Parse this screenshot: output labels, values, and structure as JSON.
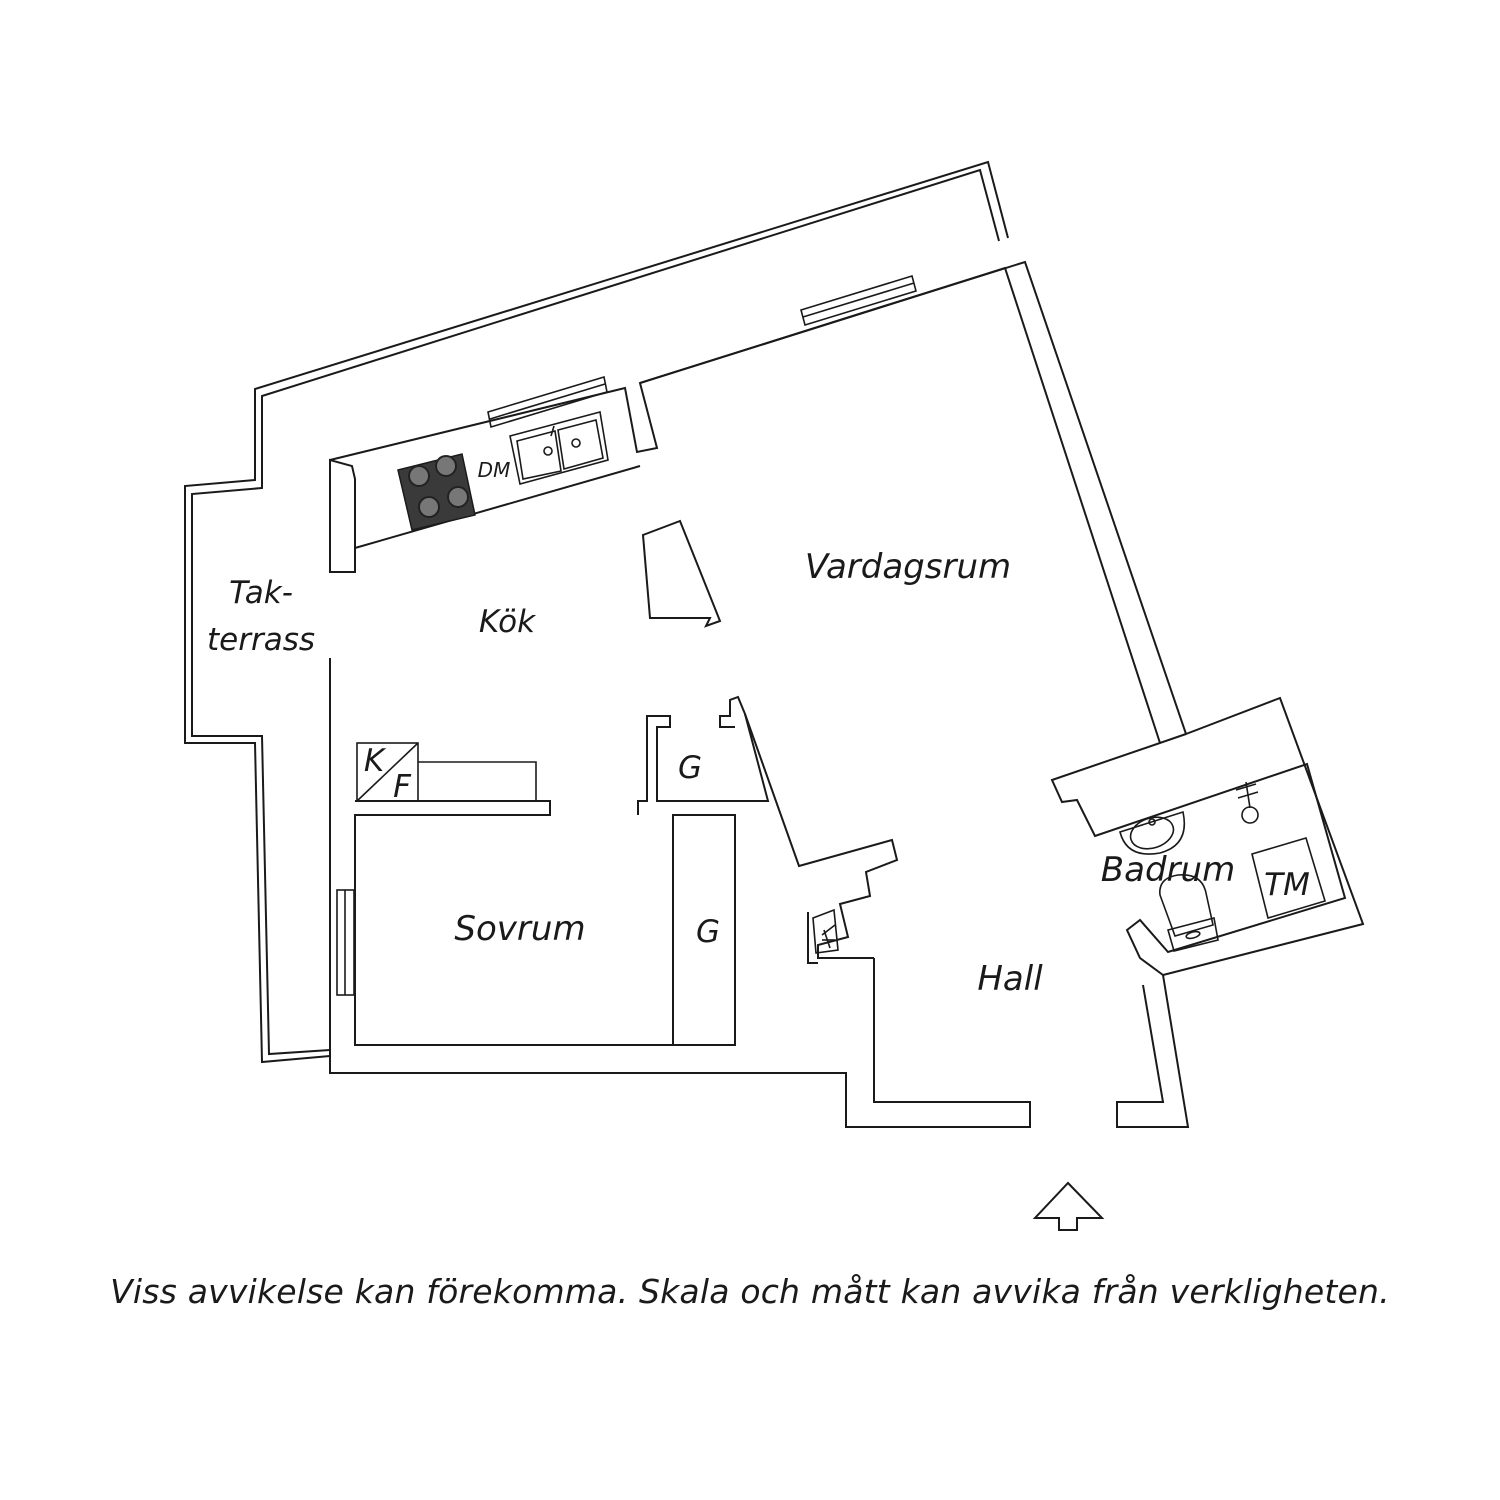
{
  "rooms": {
    "takterrass_line1": "Tak-",
    "takterrass_line2": "terrass",
    "kok": "Kök",
    "vardagsrum": "Vardagsrum",
    "sovrum": "Sovrum",
    "hall": "Hall",
    "badrum": "Badrum"
  },
  "fixtures": {
    "dishwasher": "DM",
    "fridge_k": "K",
    "fridge_f": "F",
    "closet_upper": "G",
    "closet_lower": "G",
    "washer": "TM"
  },
  "icons": {
    "entrance": "entrance-arrow-icon",
    "stove": "stove-icon",
    "sink": "sink-icon",
    "toilet": "toilet-icon",
    "washbasin": "washbasin-icon",
    "shower": "shower-icon",
    "fireplace": "fireplace-icon"
  },
  "disclaimer": "Viss avvikelse kan förekomma. Skala och mått kan avvika från verkligheten."
}
